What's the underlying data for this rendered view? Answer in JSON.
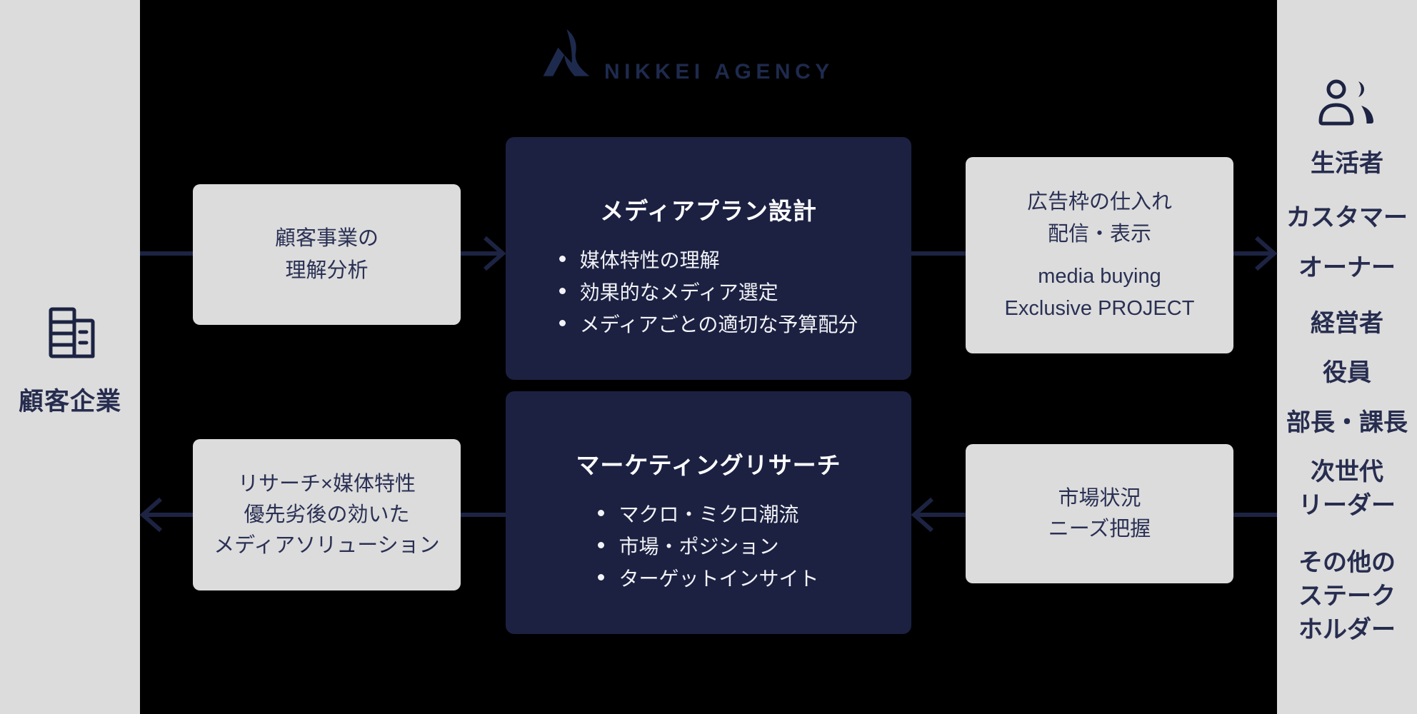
{
  "colors": {
    "background": "#000000",
    "panel_gray": "#dcdcdc",
    "navy": "#1c2142",
    "navy_text": "#2a3054",
    "logo_navy": "#1e2a4d",
    "white": "#ffffff"
  },
  "logo": {
    "brand": "NIKKEI AGENCY",
    "mark_icon": "nikkei-a-mark-icon"
  },
  "left_panel": {
    "icon": "company-building-icon",
    "label": "顧客企業"
  },
  "right_panel": {
    "icon": "people-icon",
    "items": [
      {
        "lines": [
          "生活者"
        ]
      },
      {
        "lines": [
          "カスタマー"
        ]
      },
      {
        "lines": [
          "オーナー"
        ]
      },
      {
        "lines": [
          "経営者"
        ]
      },
      {
        "lines": [
          "役員"
        ]
      },
      {
        "lines": [
          "部長・課長"
        ]
      },
      {
        "lines": [
          "次世代",
          "リーダー"
        ]
      },
      {
        "lines": [
          "その他の",
          "ステーク",
          "ホルダー"
        ]
      }
    ]
  },
  "flow": {
    "understanding": {
      "lines": [
        "顧客事業の",
        "理解分析"
      ]
    },
    "media_plan": {
      "title": "メディアプラン設計",
      "bullets": [
        "媒体特性の理解",
        "効果的なメディア選定",
        "メディアごとの適切な予算配分"
      ]
    },
    "ad_buying": {
      "lines_ja": [
        "広告枠の仕入れ",
        "配信・表示"
      ],
      "lines_en": [
        "media buying",
        "Exclusive PROJECT"
      ]
    },
    "market": {
      "lines": [
        "市場状況",
        "ニーズ把握"
      ]
    },
    "research": {
      "title": "マーケティングリサーチ",
      "bullets": [
        "マクロ・ミクロ潮流",
        "市場・ポジション",
        "ターゲットインサイト"
      ]
    },
    "solution": {
      "lines": [
        "リサーチ×媒体特性",
        "優先劣後の効いた",
        "メディアソリューション"
      ]
    }
  }
}
